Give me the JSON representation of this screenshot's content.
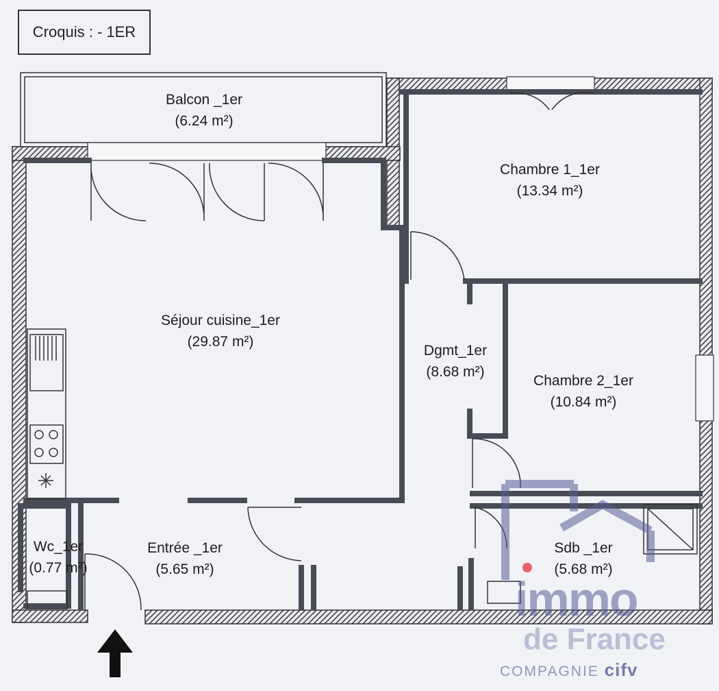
{
  "sketch_title": "Croquis : - 1ER",
  "rooms": {
    "balcon": {
      "name": "Balcon _1er",
      "area": "(6.24 m²)"
    },
    "chambre1": {
      "name": "Chambre 1_1er",
      "area": "(13.34 m²)"
    },
    "sejour": {
      "name": "Séjour cuisine_1er",
      "area": "(29.87 m²)"
    },
    "dgmt": {
      "name": "Dgmt_1er",
      "area": "(8.68 m²)"
    },
    "chambre2": {
      "name": "Chambre 2_1er",
      "area": "(10.84 m²)"
    },
    "wc": {
      "name": "Wc_1er",
      "area": "(0.77 m²)"
    },
    "entree": {
      "name": "Entrée _1er",
      "area": "(5.65 m²)"
    },
    "sdb": {
      "name": "Sdb _1er",
      "area": "(5.68 m²)"
    }
  },
  "watermark": {
    "brand": "immo",
    "subtitle": "de France",
    "company": "COMPAGNIE",
    "company_mark": "cifv",
    "colors": {
      "brand": "#565c96",
      "dot": "#e8606a"
    }
  },
  "colors": {
    "wall": "#4a4c55",
    "background": "#f1f2f6"
  }
}
